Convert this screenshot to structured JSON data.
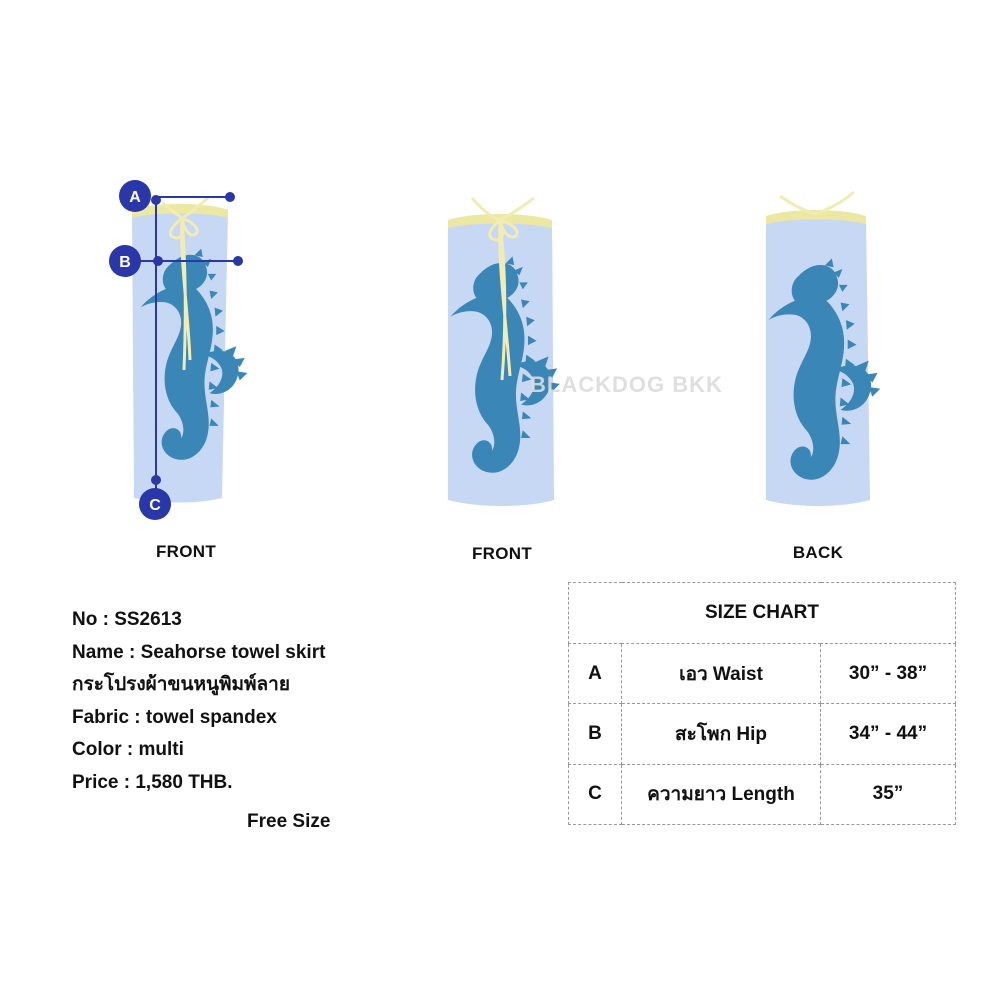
{
  "watermark": "BLACKDOG BKK",
  "views": [
    {
      "label": "FRONT"
    },
    {
      "label": "FRONT"
    },
    {
      "label": "BACK"
    }
  ],
  "markers": {
    "a": "A",
    "b": "B",
    "c": "C"
  },
  "colors": {
    "fabric": "#c6d8f4",
    "seahorse": "#3a86b7",
    "trim": "#ece8a2",
    "tie": "#f2ecb2",
    "marker": "#2a37a8"
  },
  "product": {
    "no": "No : SS2613",
    "name": "Name : Seahorse towel skirt",
    "thai_name": "กระโปรงผ้าขนหนูพิมพ์ลาย",
    "fabric": "Fabric : towel spandex",
    "color": "Color : multi",
    "price": "Price : 1,580 THB.",
    "size": "Free Size"
  },
  "size_chart": {
    "title": "SIZE CHART",
    "rows": [
      {
        "key": "A",
        "label": "เอว Waist",
        "value": "30” - 38”"
      },
      {
        "key": "B",
        "label": "สะโพก Hip",
        "value": "34” - 44”"
      },
      {
        "key": "C",
        "label": "ความยาว Length",
        "value": "35”"
      }
    ]
  }
}
